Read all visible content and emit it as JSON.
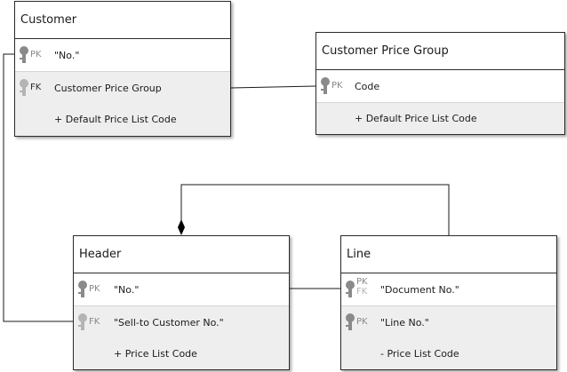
{
  "entities": {
    "customer": {
      "title": "Customer",
      "rows": [
        {
          "key": "PK",
          "field": "\"No.\""
        },
        {
          "key": "FK",
          "field": "Customer Price Group"
        },
        {
          "key": "",
          "field": "+ Default Price List Code"
        }
      ]
    },
    "price_group": {
      "title": "Customer Price Group",
      "rows": [
        {
          "key": "PK",
          "field": "Code"
        },
        {
          "key": "",
          "field": "+ Default Price List Code"
        }
      ]
    },
    "header": {
      "title": "Header",
      "rows": [
        {
          "key": "PK",
          "field": "\"No.\""
        },
        {
          "key": "FK",
          "field": "\"Sell-to Customer No.\""
        },
        {
          "key": "",
          "field": "+ Price List Code"
        }
      ]
    },
    "line": {
      "title": "Line",
      "rows": [
        {
          "key": "PK",
          "key2": "FK",
          "field": "\"Document No.\""
        },
        {
          "key": "PK",
          "field": "\"Line No.\""
        },
        {
          "key": "",
          "field": "- Price List Code"
        }
      ]
    }
  },
  "colors": {
    "border": "#2b2b2b",
    "row_shaded": "#eeeeee",
    "key_icon": "#8a8a8a",
    "key_icon_light": "#b4b4b4"
  }
}
